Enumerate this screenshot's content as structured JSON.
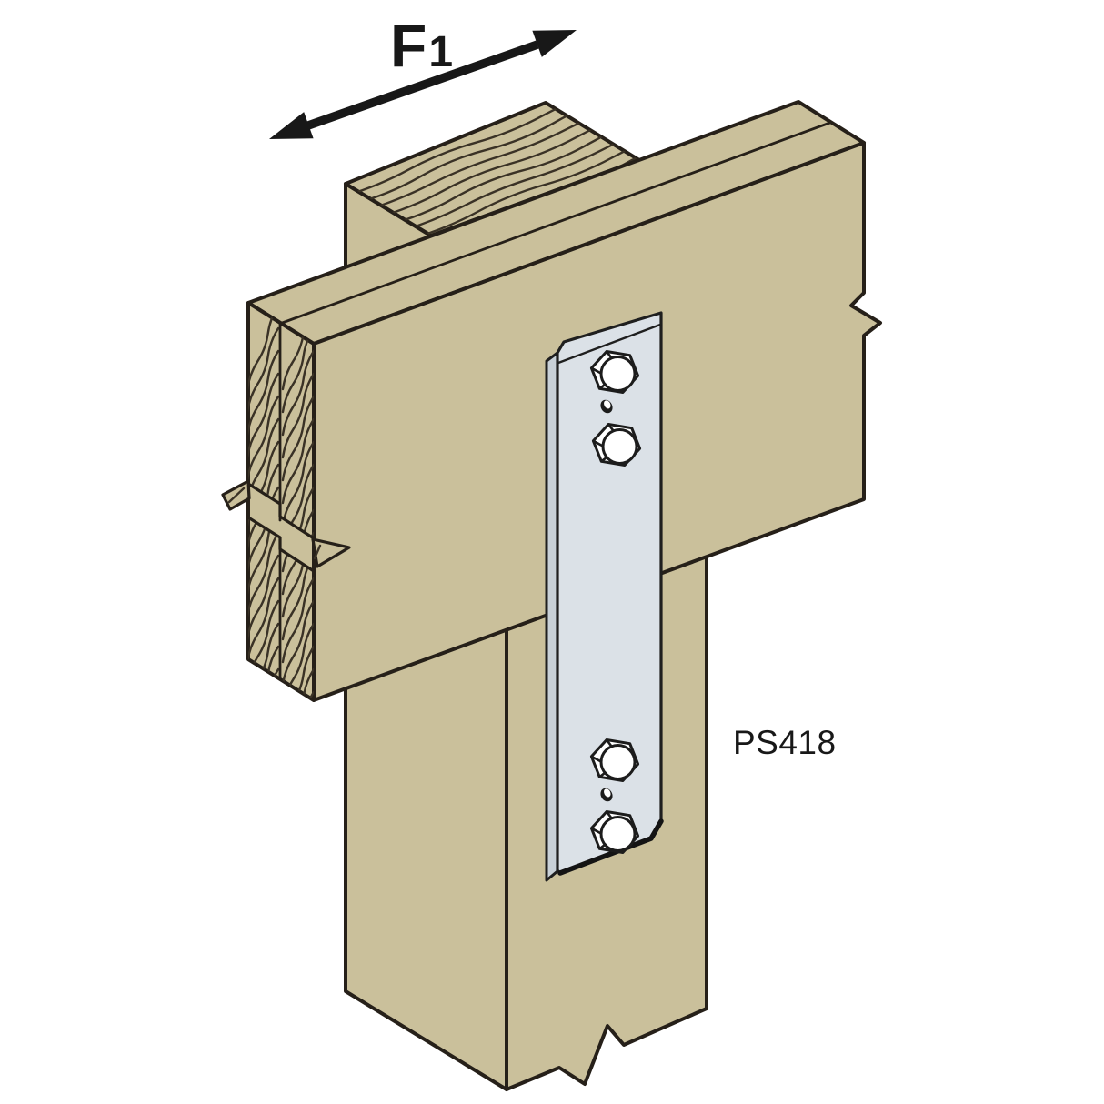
{
  "illustration": {
    "part_label": "PS418",
    "force_arrow": {
      "icon": "double-headed-arrow-icon",
      "label_main": "F",
      "label_sub": "1"
    },
    "hardware": {
      "bolts_visible": 4,
      "nail_holes_visible": 2
    },
    "colors": {
      "wood": "#cac09b",
      "strap_face": "#dbe1e7",
      "strap_edge": "#c8d0d7",
      "outline": "#262019",
      "background": "#ffffff"
    }
  }
}
